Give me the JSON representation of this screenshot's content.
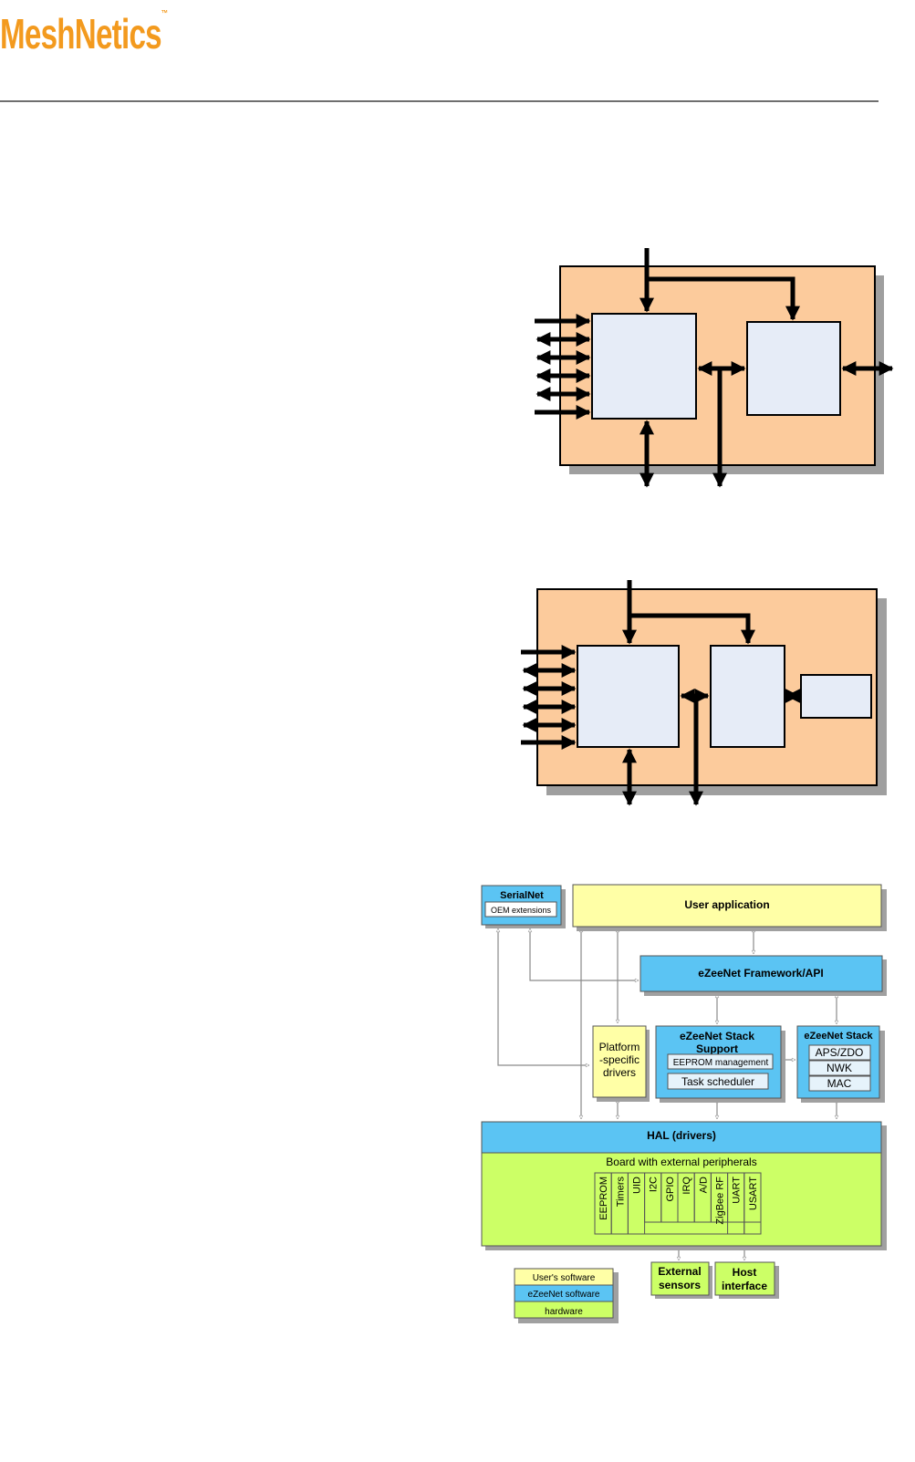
{
  "brand": {
    "logo_text": "MeshNetics",
    "trademark": "™"
  },
  "legend": {
    "users_software": "User's software",
    "ezeenet_software": "eZeeNet software",
    "hardware": "hardware"
  },
  "stack_diagram": {
    "serialnet": {
      "title": "SerialNet",
      "sub": "OEM extensions"
    },
    "user_application": "User application",
    "framework": "eZeeNet Framework/API",
    "platform_drivers": {
      "line1": "Platform",
      "line2": "-specific",
      "line3": "drivers"
    },
    "stack_support": {
      "title_line1": "eZeeNet Stack",
      "title_line2": "Support",
      "eeprom_mgmt": "EEPROM management",
      "task_scheduler": "Task scheduler"
    },
    "stack": {
      "title": "eZeeNet Stack",
      "layers": [
        "APS/ZDO",
        "NWK",
        "MAC"
      ]
    },
    "hal": "HAL (drivers)",
    "board": "Board with external peripherals",
    "peripherals": [
      "EEPROM",
      "Timers",
      "UID",
      "I2C",
      "GPIO",
      "IRQ",
      "A/D",
      "ZigBee RF",
      "UART",
      "USART"
    ],
    "external_sensors": {
      "line1": "External",
      "line2": "sensors"
    },
    "host_interface": {
      "line1": "Host",
      "line2": "interface"
    }
  },
  "colors": {
    "logo": "#f39a1e",
    "module_body": "#fccb9c",
    "chip": "#e6ecf7",
    "user_yellow": "#ffffa6",
    "ezeenet_blue": "#5bc4f3",
    "stack_inner": "#e6f3fb",
    "hardware_green": "#ccff66"
  }
}
